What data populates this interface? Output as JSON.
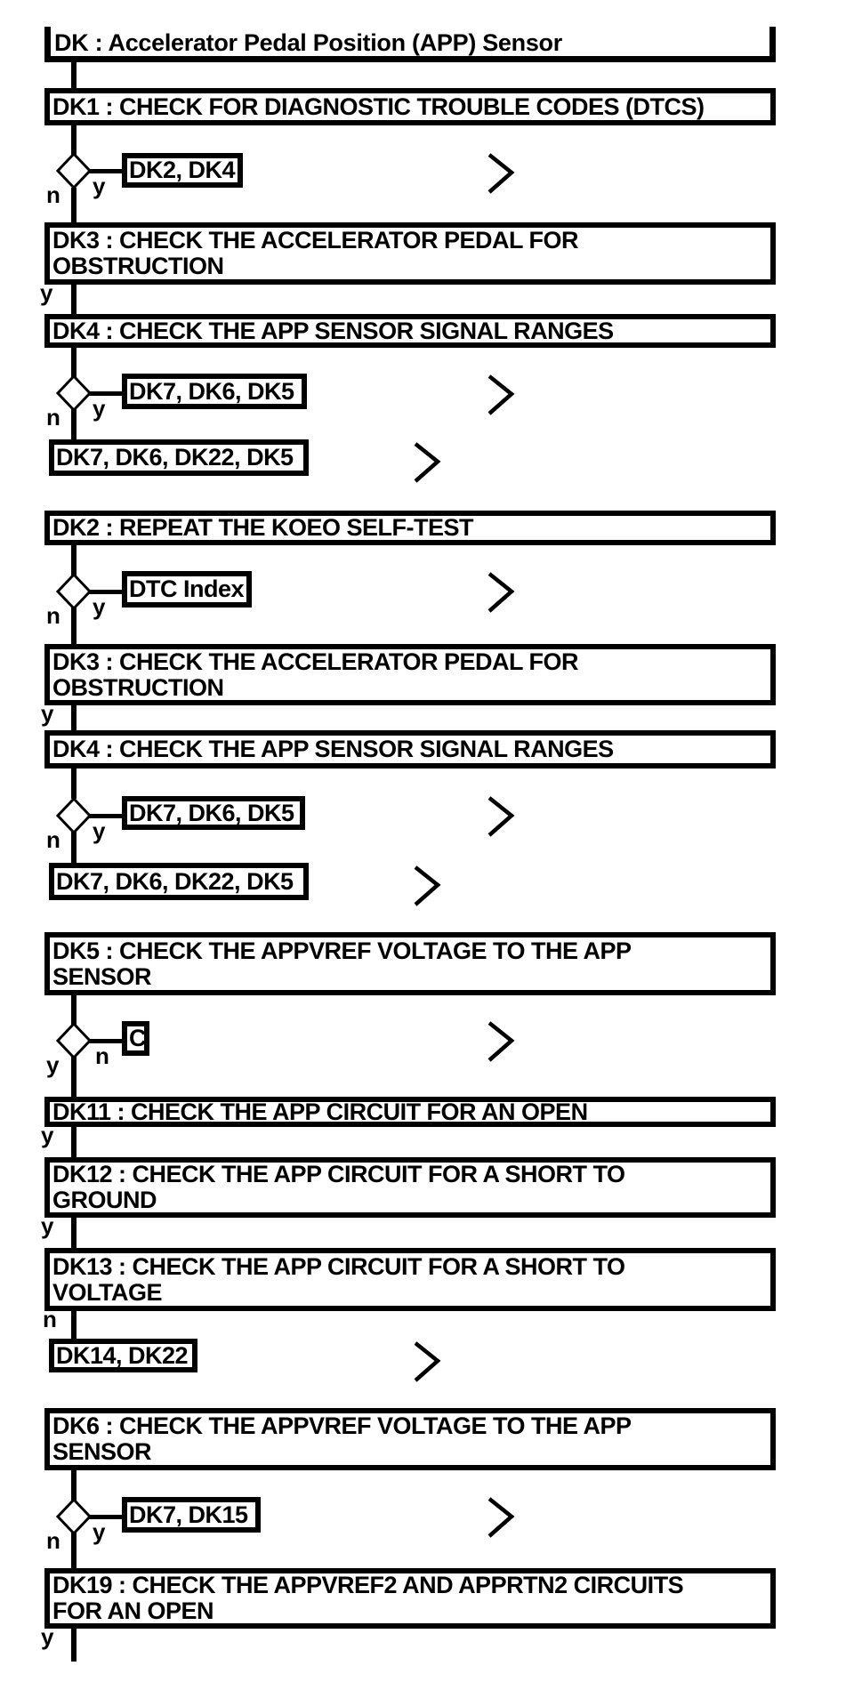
{
  "flowchart": {
    "title": "DK : Accelerator Pedal Position (APP) Sensor",
    "decision_yes": "y",
    "decision_no": "n",
    "chevron_glyph": ">",
    "sections": [
      {
        "steps": [
          {
            "line1": "DK1 : CHECK FOR DIAGNOSTIC TROUBLE CODES (DTCS)",
            "yes_ref": "DK2, DK4"
          },
          {
            "line1": "DK3 : CHECK THE ACCELERATOR PEDAL FOR",
            "line2": "OBSTRUCTION",
            "exit": "y"
          },
          {
            "line1": "DK4 : CHECK THE APP SENSOR SIGNAL RANGES",
            "yes_ref": "DK7, DK6, DK5"
          }
        ],
        "terminal_ref": "DK7, DK6, DK22, DK5"
      },
      {
        "steps": [
          {
            "line1": "DK2 : REPEAT THE KOEO SELF-TEST",
            "yes_ref": "DTC Index"
          },
          {
            "line1": "DK3 : CHECK THE ACCELERATOR PEDAL FOR",
            "line2": "OBSTRUCTION",
            "exit": "y"
          },
          {
            "line1": "DK4 : CHECK THE APP SENSOR SIGNAL RANGES",
            "yes_ref": "DK7, DK6, DK5"
          }
        ],
        "terminal_ref": "DK7, DK6, DK22, DK5"
      },
      {
        "steps": [
          {
            "line1": "DK5 : CHECK THE APPVREF VOLTAGE TO THE APP",
            "line2": "SENSOR",
            "no_ref": "C"
          },
          {
            "line1": "DK11 : CHECK THE APP CIRCUIT FOR AN OPEN",
            "exit": "y"
          },
          {
            "line1": "DK12 : CHECK THE APP CIRCUIT FOR A SHORT TO",
            "line2": "GROUND",
            "exit": "y"
          },
          {
            "line1": "DK13 : CHECK THE APP CIRCUIT FOR A SHORT TO",
            "line2": "VOLTAGE",
            "exit": "n"
          }
        ],
        "terminal_ref": "DK14, DK22"
      },
      {
        "steps": [
          {
            "line1": "DK6 : CHECK THE APPVREF VOLTAGE TO THE APP",
            "line2": "SENSOR",
            "yes_ref": "DK7, DK15"
          },
          {
            "line1": "DK19 : CHECK THE APPVREF2 AND APPRTN2 CIRCUITS",
            "line2": "FOR AN OPEN",
            "exit": "y"
          }
        ]
      }
    ]
  }
}
